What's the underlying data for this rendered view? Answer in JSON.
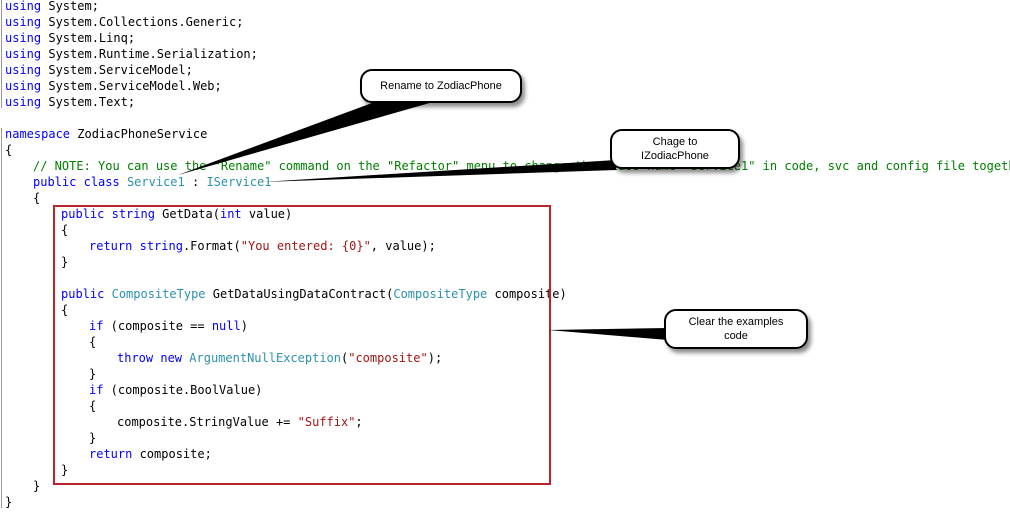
{
  "editor": {
    "lines": [
      {
        "row": 0,
        "indent": 0,
        "parts": [
          [
            "kw",
            "using"
          ],
          [
            "pl",
            " System;"
          ]
        ]
      },
      {
        "row": 1,
        "indent": 0,
        "parts": [
          [
            "kw",
            "using"
          ],
          [
            "pl",
            " System.Collections.Generic;"
          ]
        ]
      },
      {
        "row": 2,
        "indent": 0,
        "parts": [
          [
            "kw",
            "using"
          ],
          [
            "pl",
            " System.Linq;"
          ]
        ]
      },
      {
        "row": 3,
        "indent": 0,
        "parts": [
          [
            "kw",
            "using"
          ],
          [
            "pl",
            " System.Runtime.Serialization;"
          ]
        ]
      },
      {
        "row": 4,
        "indent": 0,
        "parts": [
          [
            "kw",
            "using"
          ],
          [
            "pl",
            " System.ServiceModel;"
          ]
        ]
      },
      {
        "row": 5,
        "indent": 0,
        "parts": [
          [
            "kw",
            "using"
          ],
          [
            "pl",
            " System.ServiceModel.Web;"
          ]
        ]
      },
      {
        "row": 6,
        "indent": 0,
        "parts": [
          [
            "kw",
            "using"
          ],
          [
            "pl",
            " System.Text;"
          ]
        ]
      },
      {
        "row": 8,
        "indent": 0,
        "parts": [
          [
            "kw",
            "namespace"
          ],
          [
            "pl",
            " ZodiacPhoneService"
          ]
        ]
      },
      {
        "row": 9,
        "indent": 0,
        "parts": [
          [
            "pl",
            "{"
          ]
        ]
      },
      {
        "row": 10,
        "indent": 4,
        "parts": [
          [
            "cm",
            "// NOTE: You can use the \"Rename\" command on the \"Refactor\" menu to change the class name \"Service1\" in code, svc and config file together."
          ]
        ]
      },
      {
        "row": 11,
        "indent": 4,
        "parts": [
          [
            "kw",
            "public"
          ],
          [
            "pl",
            " "
          ],
          [
            "kw",
            "class"
          ],
          [
            "pl",
            " "
          ],
          [
            "ty",
            "Service1"
          ],
          [
            "pl",
            " : "
          ],
          [
            "ty",
            "IService1"
          ]
        ]
      },
      {
        "row": 12,
        "indent": 4,
        "parts": [
          [
            "pl",
            "{"
          ]
        ]
      },
      {
        "row": 13,
        "indent": 8,
        "parts": [
          [
            "kw",
            "public"
          ],
          [
            "pl",
            " "
          ],
          [
            "kw",
            "string"
          ],
          [
            "pl",
            " GetData("
          ],
          [
            "kw",
            "int"
          ],
          [
            "pl",
            " value)"
          ]
        ]
      },
      {
        "row": 14,
        "indent": 8,
        "parts": [
          [
            "pl",
            "{"
          ]
        ]
      },
      {
        "row": 15,
        "indent": 12,
        "parts": [
          [
            "kw",
            "return"
          ],
          [
            "pl",
            " "
          ],
          [
            "kw",
            "string"
          ],
          [
            "pl",
            ".Format("
          ],
          [
            "str",
            "\"You entered: {0}\""
          ],
          [
            "pl",
            ", value);"
          ]
        ]
      },
      {
        "row": 16,
        "indent": 8,
        "parts": [
          [
            "pl",
            "}"
          ]
        ]
      },
      {
        "row": 18,
        "indent": 8,
        "parts": [
          [
            "kw",
            "public"
          ],
          [
            "pl",
            " "
          ],
          [
            "ty",
            "CompositeType"
          ],
          [
            "pl",
            " GetDataUsingDataContract("
          ],
          [
            "ty",
            "CompositeType"
          ],
          [
            "pl",
            " composite)"
          ]
        ]
      },
      {
        "row": 19,
        "indent": 8,
        "parts": [
          [
            "pl",
            "{"
          ]
        ]
      },
      {
        "row": 20,
        "indent": 12,
        "parts": [
          [
            "kw",
            "if"
          ],
          [
            "pl",
            " (composite == "
          ],
          [
            "kw",
            "null"
          ],
          [
            "pl",
            ")"
          ]
        ]
      },
      {
        "row": 21,
        "indent": 12,
        "parts": [
          [
            "pl",
            "{"
          ]
        ]
      },
      {
        "row": 22,
        "indent": 16,
        "parts": [
          [
            "kw",
            "throw"
          ],
          [
            "pl",
            " "
          ],
          [
            "kw",
            "new"
          ],
          [
            "pl",
            " "
          ],
          [
            "ty",
            "ArgumentNullException"
          ],
          [
            "pl",
            "("
          ],
          [
            "str",
            "\"composite\""
          ],
          [
            "pl",
            ");"
          ]
        ]
      },
      {
        "row": 23,
        "indent": 12,
        "parts": [
          [
            "pl",
            "}"
          ]
        ]
      },
      {
        "row": 24,
        "indent": 12,
        "parts": [
          [
            "kw",
            "if"
          ],
          [
            "pl",
            " (composite.BoolValue)"
          ]
        ]
      },
      {
        "row": 25,
        "indent": 12,
        "parts": [
          [
            "pl",
            "{"
          ]
        ]
      },
      {
        "row": 26,
        "indent": 16,
        "parts": [
          [
            "pl",
            "composite.StringValue += "
          ],
          [
            "str",
            "\"Suffix\""
          ],
          [
            "pl",
            ";"
          ]
        ]
      },
      {
        "row": 27,
        "indent": 12,
        "parts": [
          [
            "pl",
            "}"
          ]
        ]
      },
      {
        "row": 28,
        "indent": 12,
        "parts": [
          [
            "kw",
            "return"
          ],
          [
            "pl",
            " composite;"
          ]
        ]
      },
      {
        "row": 29,
        "indent": 8,
        "parts": [
          [
            "pl",
            "}"
          ]
        ]
      },
      {
        "row": 30,
        "indent": 4,
        "parts": [
          [
            "pl",
            "}"
          ]
        ]
      },
      {
        "row": 31,
        "indent": 0,
        "parts": [
          [
            "pl",
            "}"
          ]
        ]
      }
    ]
  },
  "callouts": {
    "rename": {
      "lines": [
        "Rename to ZodiacPhone"
      ]
    },
    "change": {
      "lines": [
        "Chage to",
        "IZodiacPhone"
      ]
    },
    "clear": {
      "lines": [
        "Clear the examples",
        "code"
      ]
    }
  },
  "colors": {
    "keyword": "#0000ff",
    "type": "#2b91af",
    "string": "#a31515",
    "comment": "#008000",
    "highlight_box": "#b8242c"
  }
}
